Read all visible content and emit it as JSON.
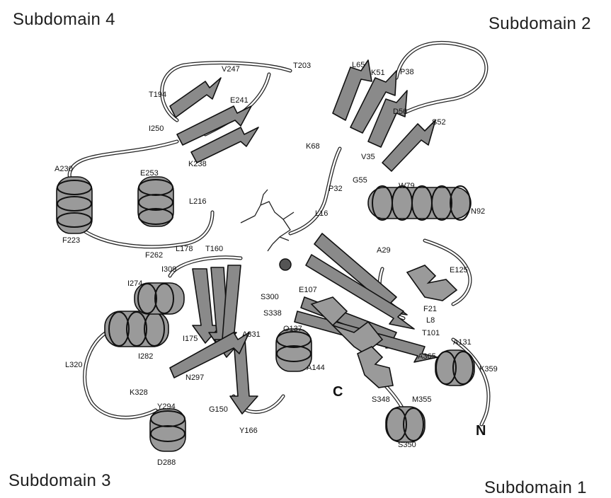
{
  "subdomains": {
    "sd4": "Subdomain 4",
    "sd2": "Subdomain 2",
    "sd3": "Subdomain 3",
    "sd1": "Subdomain 1"
  },
  "termini": {
    "c": "C",
    "n": "N"
  },
  "residues": {
    "T203": "T203",
    "V247": "V247",
    "T194": "T194",
    "E241": "E241",
    "I250": "I250",
    "A230": "A230",
    "E253": "E253",
    "K238": "K238",
    "L216": "L216",
    "F223": "F223",
    "F262": "F262",
    "L178": "L178",
    "T160": "T160",
    "I309": "I309",
    "I274": "I274",
    "S300": "S300",
    "S338": "S338",
    "E107": "E107",
    "Q137": "O137",
    "I175": "I175",
    "A331": "A331",
    "I282": "I282",
    "L320": "L320",
    "N297": "N297",
    "A144": "A144",
    "K328": "K328",
    "G150": "G150",
    "Y294": "Y294",
    "Y166": "Y166",
    "D288": "D288",
    "L65": "L65",
    "K51": "K51",
    "P38": "P38",
    "D56": "D56",
    "S52": "S52",
    "K68": "K68",
    "V35": "V35",
    "P32": "P32",
    "G55": "G55",
    "W79": "W79",
    "N92": "N92",
    "L16": "L16",
    "A29": "A29",
    "E125": "E125",
    "F21": "F21",
    "L8": "L8",
    "T101": "T101",
    "A131": "A131",
    "A365": "A365",
    "K359": "K359",
    "S348": "S348",
    "M355": "M355",
    "S350": "S350"
  }
}
